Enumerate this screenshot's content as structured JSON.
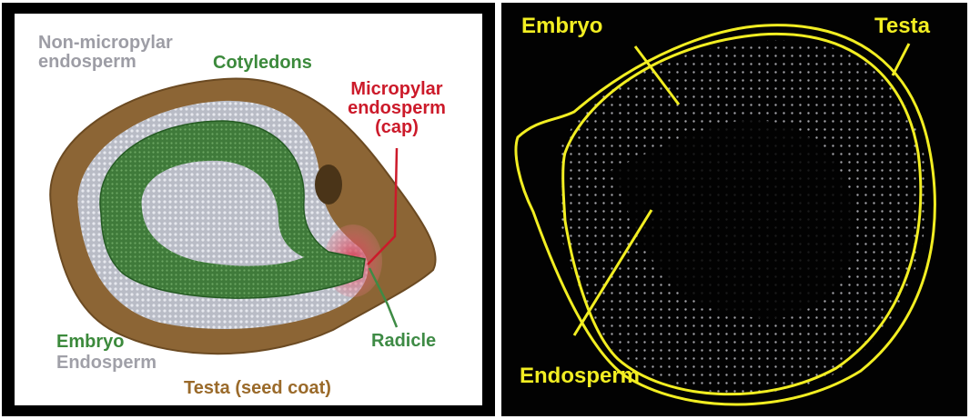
{
  "left_panel": {
    "labels": {
      "non_micropylar_line1": "Non-micropylar",
      "non_micropylar_line2": "endosperm",
      "cotyledons": "Cotyledons",
      "micropylar_line1": "Micropylar",
      "micropylar_line2": "endosperm",
      "micropylar_line3": "(cap)",
      "embryo": "Embryo",
      "endosperm": "Endosperm",
      "radicle": "Radicle",
      "testa": "Testa (seed coat)"
    },
    "colors": {
      "embryo_green": "#3c8a3c",
      "endosperm_gray": "#a0a0a8",
      "micropylar_red": "#cc1a2a",
      "testa_brown": "#9a6a2a",
      "radicle_green": "#3e8b45"
    }
  },
  "right_panel": {
    "labels": {
      "embryo": "Embryo",
      "testa": "Testa",
      "endosperm": "Endosperm"
    },
    "colors": {
      "label_yellow": "#f2ee22",
      "dots": "#d8d8e0",
      "background": "#020202"
    }
  }
}
